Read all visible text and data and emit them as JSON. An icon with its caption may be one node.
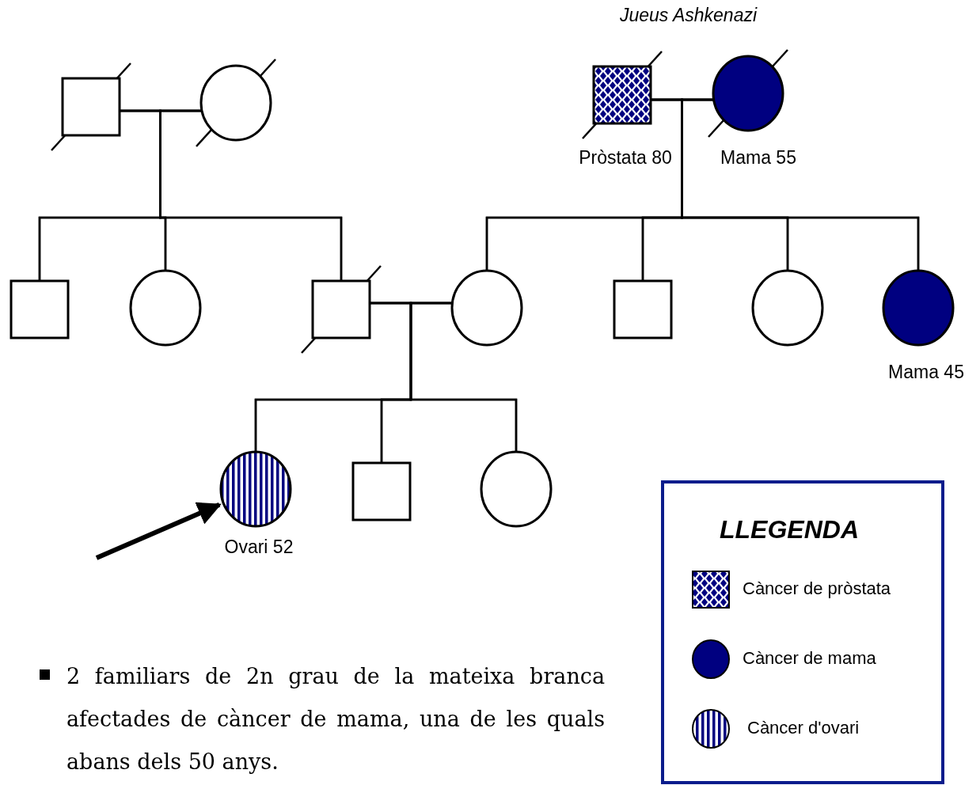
{
  "diagram": {
    "nodes": [
      {
        "text": [],
        "shape": "box"
      },
      {
        "text": [],
        "shape": "circle"
      },
      {
        "text": [],
        "shape": "box",
        "beside": [
          "Pròstata 80"
        ]
      },
      {
        "text": [],
        "shape": "circle",
        "beside": [
          "Mama 55"
        ]
      },
      {
        "text": [],
        "shape": "box"
      },
      {
        "text": [],
        "shape": "circle"
      },
      {
        "text": [],
        "shape": "box"
      },
      {
        "text": [],
        "shape": "circle"
      },
      {
        "text": [],
        "shape": "box"
      },
      {
        "text": [],
        "shape": "circle"
      },
      {
        "text": [],
        "shape": "circle",
        "beside": [
          "Mama 45"
        ]
      },
      {
        "text": [],
        "shape": "circle",
        "beside": [
          "Ovari 52"
        ]
      },
      {
        "text": [],
        "shape": "box"
      },
      {
        "text": [],
        "shape": "circle"
      }
    ],
    "edges": [
      {
        "from": 0,
        "to": 1,
        "arrow": "none"
      },
      {
        "from": 0,
        "to": 4,
        "arrow": "none"
      },
      {
        "from": 1,
        "to": 4,
        "arrow": "none"
      },
      {
        "from": 0,
        "to": 5,
        "arrow": "none"
      },
      {
        "from": 1,
        "to": 5,
        "arrow": "none"
      },
      {
        "from": 0,
        "to": 6,
        "arrow": "none"
      },
      {
        "from": 1,
        "to": 6,
        "arrow": "none"
      },
      {
        "from": 2,
        "to": 3,
        "arrow": "none"
      },
      {
        "from": 2,
        "to": 7,
        "arrow": "none"
      },
      {
        "from": 3,
        "to": 7,
        "arrow": "none"
      },
      {
        "from": 2,
        "to": 8,
        "arrow": "none"
      },
      {
        "from": 3,
        "to": 8,
        "arrow": "none"
      },
      {
        "from": 2,
        "to": 9,
        "arrow": "none"
      },
      {
        "from": 3,
        "to": 9,
        "arrow": "none"
      },
      {
        "from": 2,
        "to": 10,
        "arrow": "none"
      },
      {
        "from": 3,
        "to": 10,
        "arrow": "none"
      },
      {
        "from": 6,
        "to": 7,
        "arrow": "none"
      },
      {
        "from": 6,
        "to": 11,
        "arrow": "none"
      },
      {
        "from": 7,
        "to": 11,
        "arrow": "none"
      },
      {
        "from": 6,
        "to": 12,
        "arrow": "none"
      },
      {
        "from": 7,
        "to": 12,
        "arrow": "none"
      },
      {
        "from": 6,
        "to": 13,
        "arrow": "none"
      },
      {
        "from": 7,
        "to": 13,
        "arrow": "none"
      },
      {
        "from": null,
        "to": 11,
        "arrow": "to",
        "style": "thick"
      }
    ],
    "labels": [
      "Jueus Ashkenazi",
      "LLEGENDA",
      "2 familiars de 2n grau de la mateixa branca afectades de càncer de mama, una de les quals abans dels 50 anys."
    ],
    "legend": [
      {
        "text": "Càncer de pròstata"
      },
      {
        "text": "Càncer de mama",
        "color": "#000080"
      },
      {
        "text": "Càncer d'ovari"
      }
    ]
  }
}
